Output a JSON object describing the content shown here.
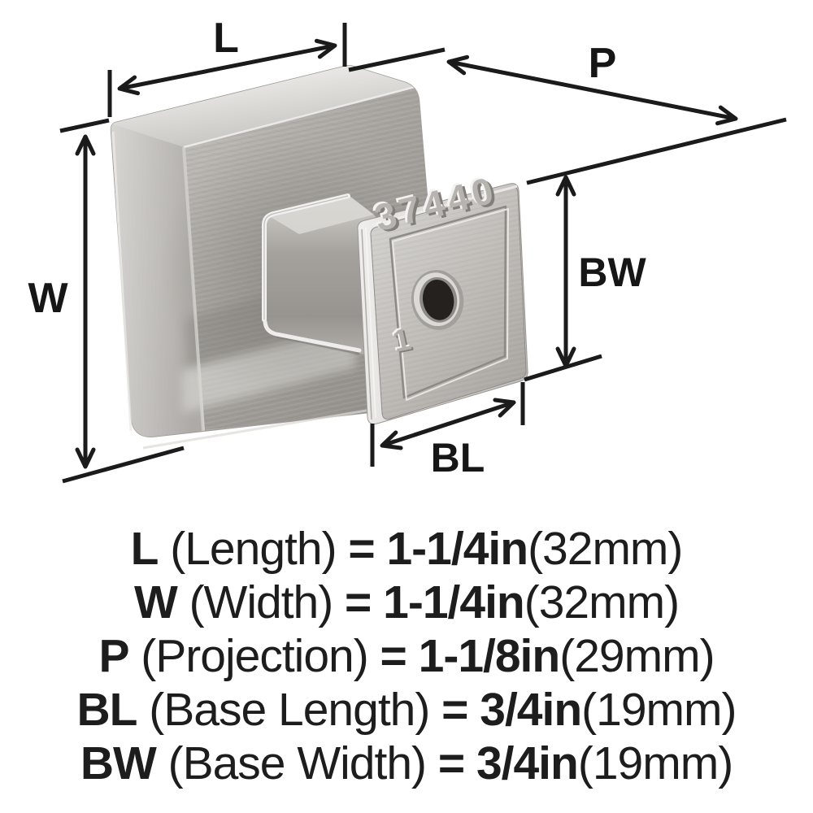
{
  "illustration": {
    "part_number": "37440",
    "orientation_mark": "1"
  },
  "dimension_labels": {
    "length": "L",
    "projection": "P",
    "width": "W",
    "base_width": "BW",
    "base_length": "BL"
  },
  "specs": [
    {
      "symbol": "L",
      "name": "(Length)",
      "equals": "=",
      "value": "1-1/4in",
      "metric": "(32mm)"
    },
    {
      "symbol": "W",
      "name": "(Width)",
      "equals": "=",
      "value": "1-1/4in",
      "metric": "(32mm)"
    },
    {
      "symbol": "P",
      "name": "(Projection)",
      "equals": "=",
      "value": "1-1/8in",
      "metric": "(29mm)"
    },
    {
      "symbol": "BL",
      "name": "(Base Length)",
      "equals": "=",
      "value": "3/4in",
      "metric": "(19mm)"
    },
    {
      "symbol": "BW",
      "name": "(Base Width)",
      "equals": "=",
      "value": "3/4in",
      "metric": "(19mm)"
    }
  ],
  "colors": {
    "background": "#ffffff",
    "dimension_lines": "#1b1b1b",
    "metal_highlight": "#f4f3f1",
    "metal_light": "#d7d5d1",
    "metal_mid": "#b3b0ac",
    "metal_dark": "#8e8b86",
    "hole": "#24211f"
  }
}
